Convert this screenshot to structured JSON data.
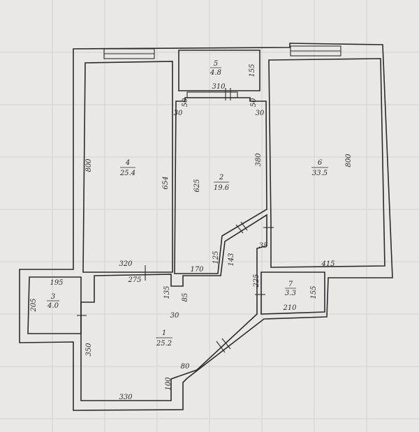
{
  "rooms": [
    {
      "id": "1",
      "number": "1",
      "area": "25.2"
    },
    {
      "id": "2",
      "number": "2",
      "area": "19.6"
    },
    {
      "id": "3",
      "number": "3",
      "area": "4.0"
    },
    {
      "id": "4",
      "number": "4",
      "area": "25.4"
    },
    {
      "id": "5",
      "number": "5",
      "area": "4.8"
    },
    {
      "id": "6",
      "number": "6",
      "area": "33.5"
    },
    {
      "id": "7",
      "number": "7",
      "area": "3.3"
    }
  ],
  "dimensions": {
    "balcony_top_width": "310",
    "balcony_height": "155",
    "room2_left_offset": "50",
    "room2_right_offset": "50",
    "room2_left_wall": "30",
    "room2_right_wall": "30",
    "room4_height": "800",
    "room4_wall_segment": "654",
    "room2_height": "625",
    "room2_right_height": "380",
    "room6_height": "800",
    "room2_diag_a": "125",
    "room2_diag_b": "143",
    "small_35": "35",
    "room4_width": "320",
    "room2_bottom": "170",
    "room6_width": "415",
    "room3_width": "195",
    "hall_top": "275",
    "hall_step_135": "135",
    "hall_step_85": "85",
    "hall_step_30": "30",
    "room3_height": "205",
    "room7_height_left": "225",
    "room7_height_right": "155",
    "room7_width": "210",
    "hall_left": "350",
    "hall_diag": "80",
    "hall_bottom": "330",
    "hall_step_100": "100"
  }
}
